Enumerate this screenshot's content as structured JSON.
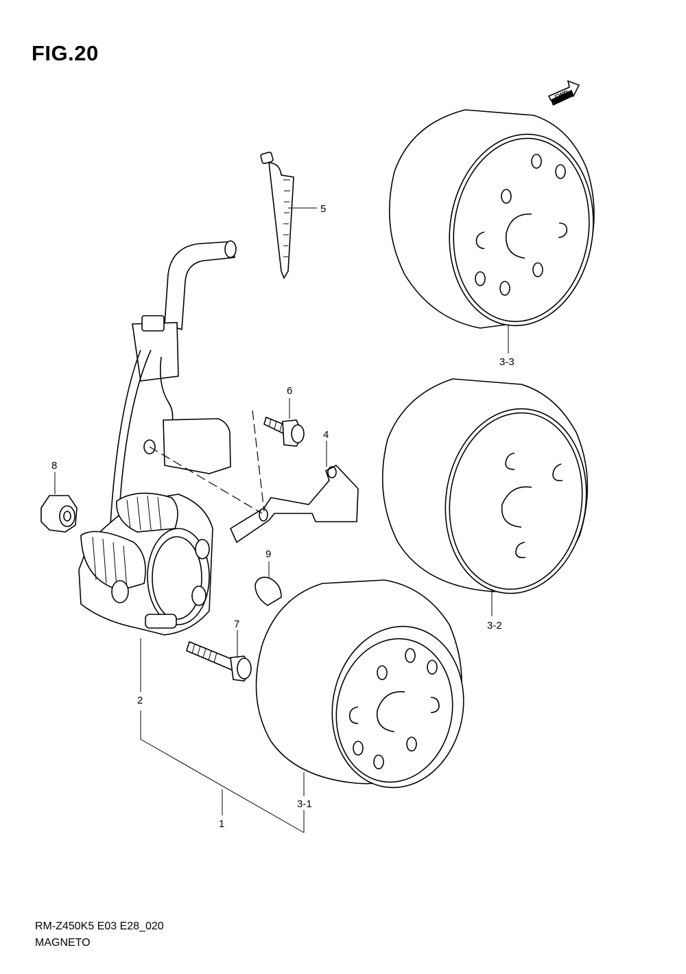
{
  "figure": {
    "title": "FIG.20"
  },
  "fwd_label": "FWD",
  "callouts": {
    "c1": "1",
    "c2": "2",
    "c3_1": "3-1",
    "c3_2": "3-2",
    "c3_3": "3-3",
    "c4": "4",
    "c5": "5",
    "c6": "6",
    "c7": "7",
    "c8": "8",
    "c9": "9"
  },
  "footer": {
    "model_code": "RM-Z450K5 E03 E28_020",
    "section_name": "MAGNETO"
  },
  "parts": [
    {
      "ref": "1",
      "icon": "magneto-assembly-bracket"
    },
    {
      "ref": "2",
      "icon": "stator-icon"
    },
    {
      "ref": "3-1",
      "icon": "rotor-icon"
    },
    {
      "ref": "3-2",
      "icon": "rotor-icon"
    },
    {
      "ref": "3-3",
      "icon": "rotor-icon"
    },
    {
      "ref": "4",
      "icon": "bracket-icon"
    },
    {
      "ref": "5",
      "icon": "cable-tie-icon"
    },
    {
      "ref": "6",
      "icon": "screw-icon"
    },
    {
      "ref": "7",
      "icon": "bolt-icon"
    },
    {
      "ref": "8",
      "icon": "nut-icon"
    },
    {
      "ref": "9",
      "icon": "woodruff-key-icon"
    }
  ]
}
